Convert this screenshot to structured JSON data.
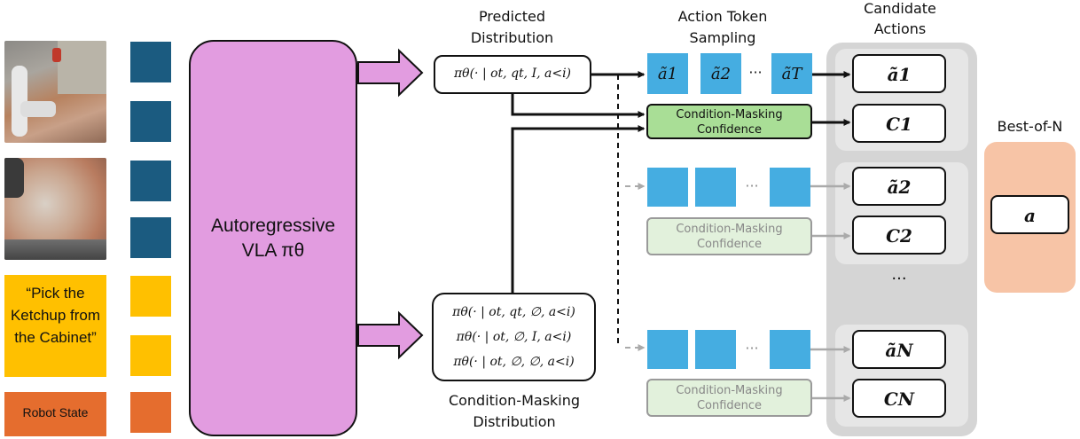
{
  "inputs": {
    "instruction": "“Pick the Ketchup from the Cabinet”",
    "robot_state": "Robot State"
  },
  "model": {
    "label_line1": "Autoregressive",
    "label_line2": "VLA πθ"
  },
  "predicted": {
    "title_line1": "Predicted",
    "title_line2": "Distribution",
    "formula": "πθ(· | ot, qt, I, a<i)"
  },
  "masking_dist": {
    "title_line1": "Condition-Masking",
    "title_line2": "Distribution",
    "formulas": [
      "πθ(· | ot, qt, ∅, a<i)",
      "πθ(· | ot, ∅, I, a<i)",
      "πθ(· | ot, ∅, ∅, a<i)"
    ]
  },
  "sampling": {
    "title_line1": "Action Token",
    "title_line2": "Sampling",
    "tokens": [
      "ã1",
      "ã2",
      "ãT"
    ],
    "ellipsis": "···"
  },
  "confidence": {
    "line1": "Condition-Masking",
    "line2": "Confidence"
  },
  "candidates": {
    "title_line1": "Candidate",
    "title_line2": "Actions",
    "actions": [
      "ã1",
      "ã2",
      "ãN"
    ],
    "confidences": [
      "C1",
      "C2",
      "CN"
    ],
    "vertical_ellipsis": "···"
  },
  "best_of_n": {
    "title": "Best-of-N",
    "output": "a"
  },
  "colors": {
    "obs_token": "#1b5b80",
    "instr_token": "#ffc000",
    "state_token": "#e56d2e",
    "vla_block": "#e29ce0",
    "action_token": "#45ade1",
    "confidence_active": "#a9de96",
    "confidence_faded": "#e2f1dc",
    "candidate_panel": "#d5d5d5",
    "best_panel": "#f7c4a6"
  }
}
